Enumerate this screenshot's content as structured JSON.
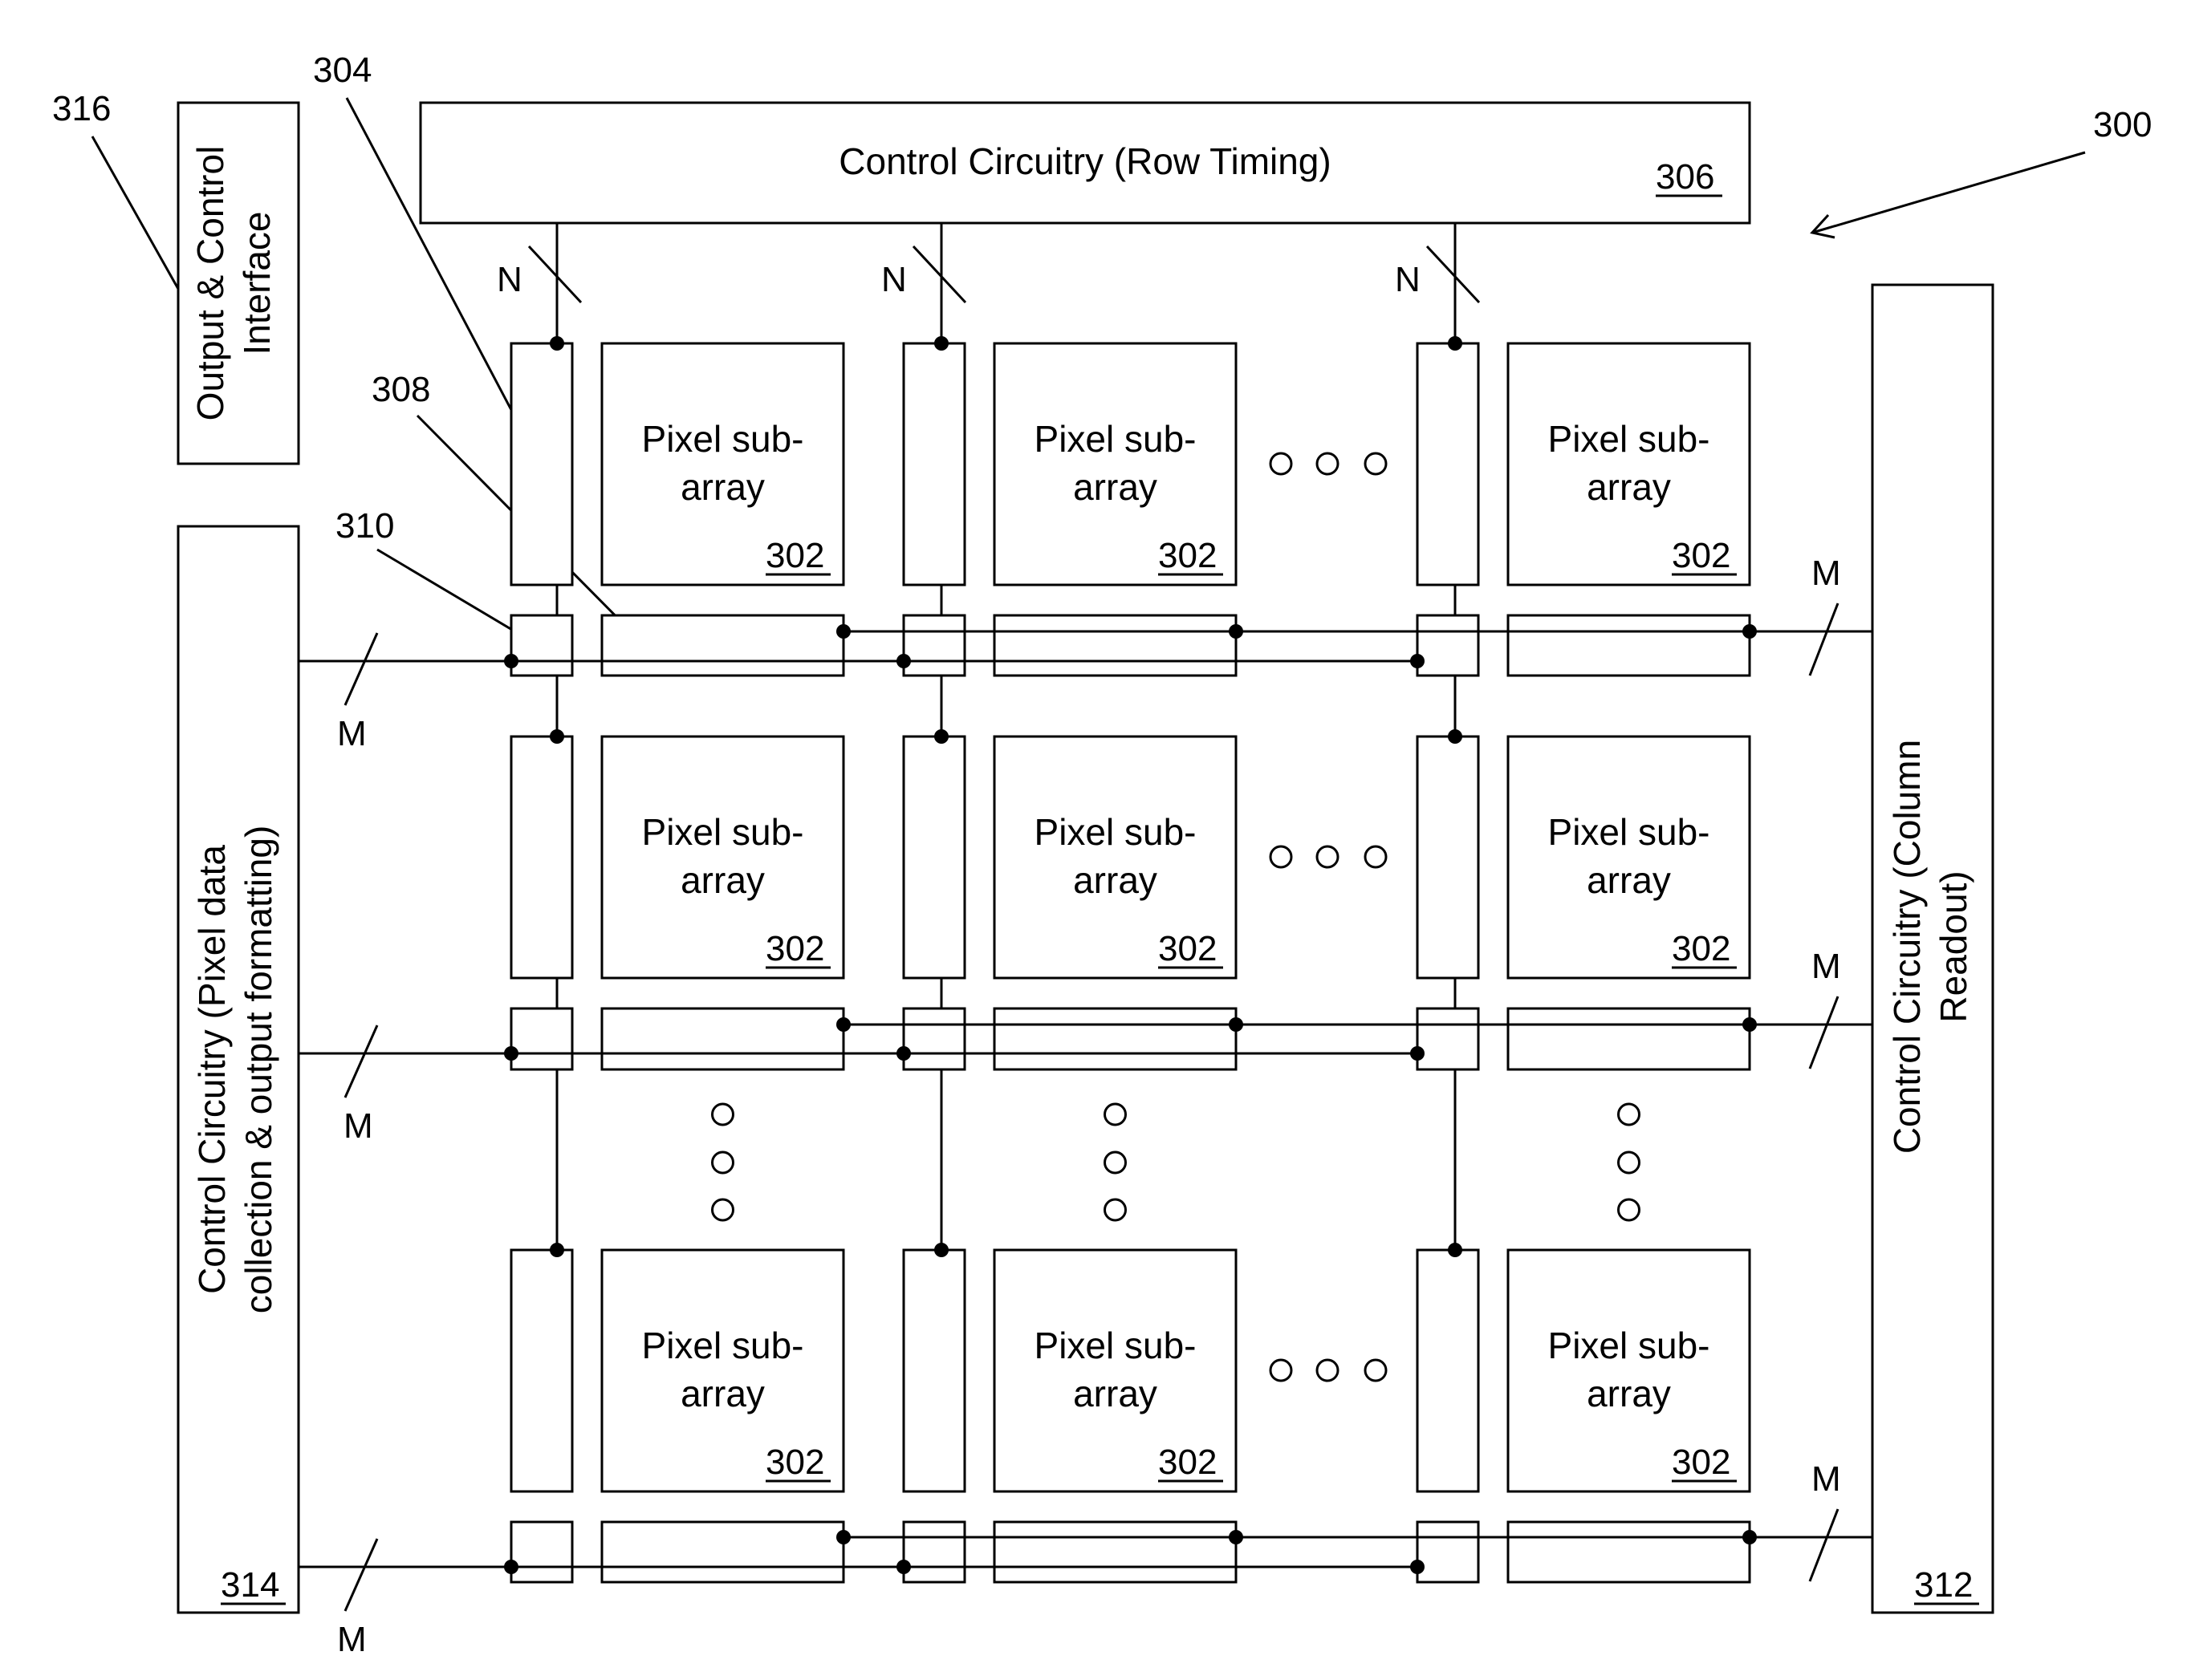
{
  "figure_number": "300",
  "labels": {
    "output_control": [
      "Output & Control",
      "Interface"
    ],
    "output_control_ref": "316",
    "row_timing": "Control Circuitry (Row Timing)",
    "row_timing_ref": "306",
    "column_readout": [
      "Control Circuitry (Column",
      "Readout)"
    ],
    "column_readout_ref": "312",
    "pixel_data": [
      "Control Circuitry (Pixel data",
      "collection & output formatting)"
    ],
    "pixel_data_ref": "314",
    "pixel_subarray": [
      "Pixel sub-",
      "array"
    ],
    "pixel_subarray_ref": "302",
    "ref_304": "304",
    "ref_308": "308",
    "ref_310": "310",
    "bus_n": "N",
    "bus_m": "M"
  },
  "colors": {
    "ink": "#000000",
    "paper": "#ffffff"
  }
}
